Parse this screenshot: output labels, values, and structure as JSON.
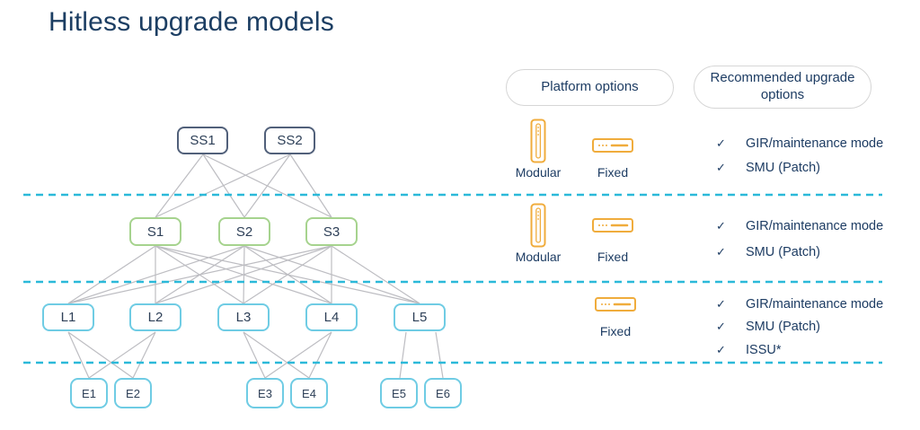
{
  "title": "Hitless upgrade models",
  "colors": {
    "navy_text": "#1c3e63",
    "superspine_border": "#51607a",
    "spine_border": "#a6d38e",
    "leaf_border": "#6fcce4",
    "dashed_line": "#2bb9d9",
    "link_line": "#bdbdc2",
    "platform_icon_orange": "#f0ac3c",
    "pill_border": "#d6d6d6"
  },
  "topology": {
    "nodes": {
      "ss1": "SS1",
      "ss2": "SS2",
      "s1": "S1",
      "s2": "S2",
      "s3": "S3",
      "l1": "L1",
      "l2": "L2",
      "l3": "L3",
      "l4": "L4",
      "l5": "L5",
      "e1": "E1",
      "e2": "E2",
      "e3": "E3",
      "e4": "E4",
      "e5": "E5",
      "e6": "E6"
    }
  },
  "legend": {
    "platform_header": "Platform options",
    "upgrade_header": "Recommended upgrade options",
    "check_glyph": "✓",
    "rows": [
      {
        "platforms": [
          {
            "type": "modular",
            "label": "Modular"
          },
          {
            "type": "fixed",
            "label": "Fixed"
          }
        ],
        "options": [
          "GIR/maintenance mode",
          "SMU (Patch)"
        ]
      },
      {
        "platforms": [
          {
            "type": "modular",
            "label": "Modular"
          },
          {
            "type": "fixed",
            "label": "Fixed"
          }
        ],
        "options": [
          "GIR/maintenance mode",
          "SMU (Patch)"
        ]
      },
      {
        "platforms": [
          {
            "type": "fixed",
            "label": "Fixed"
          }
        ],
        "options": [
          "GIR/maintenance mode",
          "SMU (Patch)",
          "ISSU*"
        ]
      }
    ]
  }
}
